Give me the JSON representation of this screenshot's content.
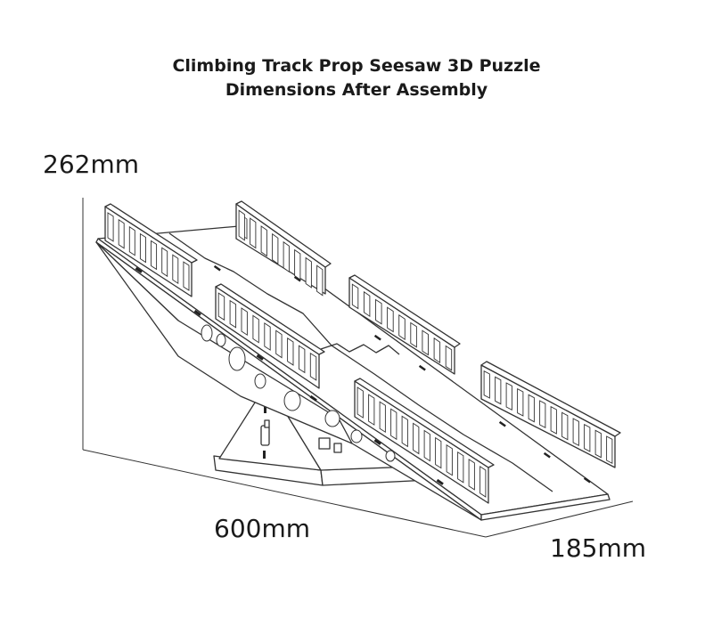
{
  "title": {
    "line1": "Climbing Track Prop Seesaw 3D Puzzle",
    "line2": "Dimensions After Assembly"
  },
  "dimensions": {
    "height": "262mm",
    "length": "600mm",
    "width": "185mm"
  },
  "colors": {
    "line": "#333333",
    "text": "#1a1a1a",
    "background": "#ffffff"
  }
}
